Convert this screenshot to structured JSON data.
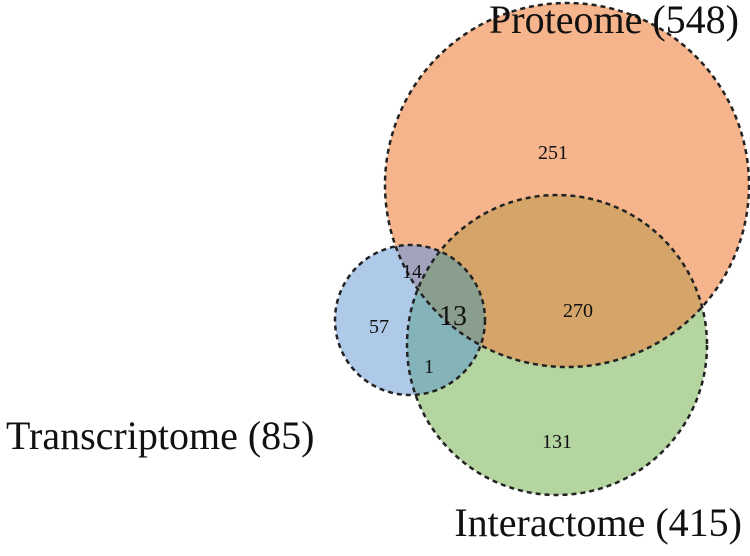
{
  "sets": [
    {
      "id": "proteome",
      "label": "Proteome (548)",
      "color": "#f5b48c"
    },
    {
      "id": "interactome",
      "label": "Interactome (415)",
      "color": "#b4d4a0"
    },
    {
      "id": "transcriptome",
      "label": "Transcriptome (85)",
      "color": "#9dbde4"
    }
  ],
  "regions": {
    "proteome_only": "251",
    "interactome_only": "131",
    "transcriptome_only": "57",
    "proteome_interactome": "270",
    "proteome_transcriptome": "14",
    "interactome_transcriptome": "1",
    "all_three": "13"
  },
  "style": {
    "outline_color": "#222222",
    "overlap_tint": "#c9a06a"
  }
}
